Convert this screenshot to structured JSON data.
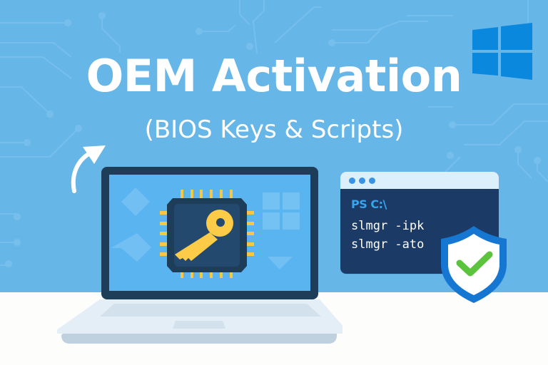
{
  "title": "OEM Activation",
  "subtitle": "(BIOS Keys & Scripts)",
  "colors": {
    "background_sky": "#67b6e8",
    "background_floor": "#fdfdfb",
    "windows_logo": "#0a88de",
    "laptop_frame": "#1e3d58",
    "laptop_screen": "#5ab4f0",
    "chip_body": "#24496e",
    "chip_pins": "#f6c945",
    "key": "#fccb48",
    "terminal_bg": "#1b3a66",
    "terminal_bar": "#dcf0fc",
    "terminal_prompt": "#38a4ec",
    "shield_outline": "#1677d2",
    "checkmark": "#5cc43c"
  },
  "icons": {
    "logo": "windows-logo-icon",
    "arrow": "curved-arrow-icon",
    "chip": "cpu-chip-icon",
    "key": "key-icon",
    "shield": "shield-check-icon"
  },
  "terminal": {
    "window_dots": 3,
    "prompt": "PS C:\\",
    "lines": [
      "slmgr -ipk",
      "slmgr -ato"
    ]
  }
}
